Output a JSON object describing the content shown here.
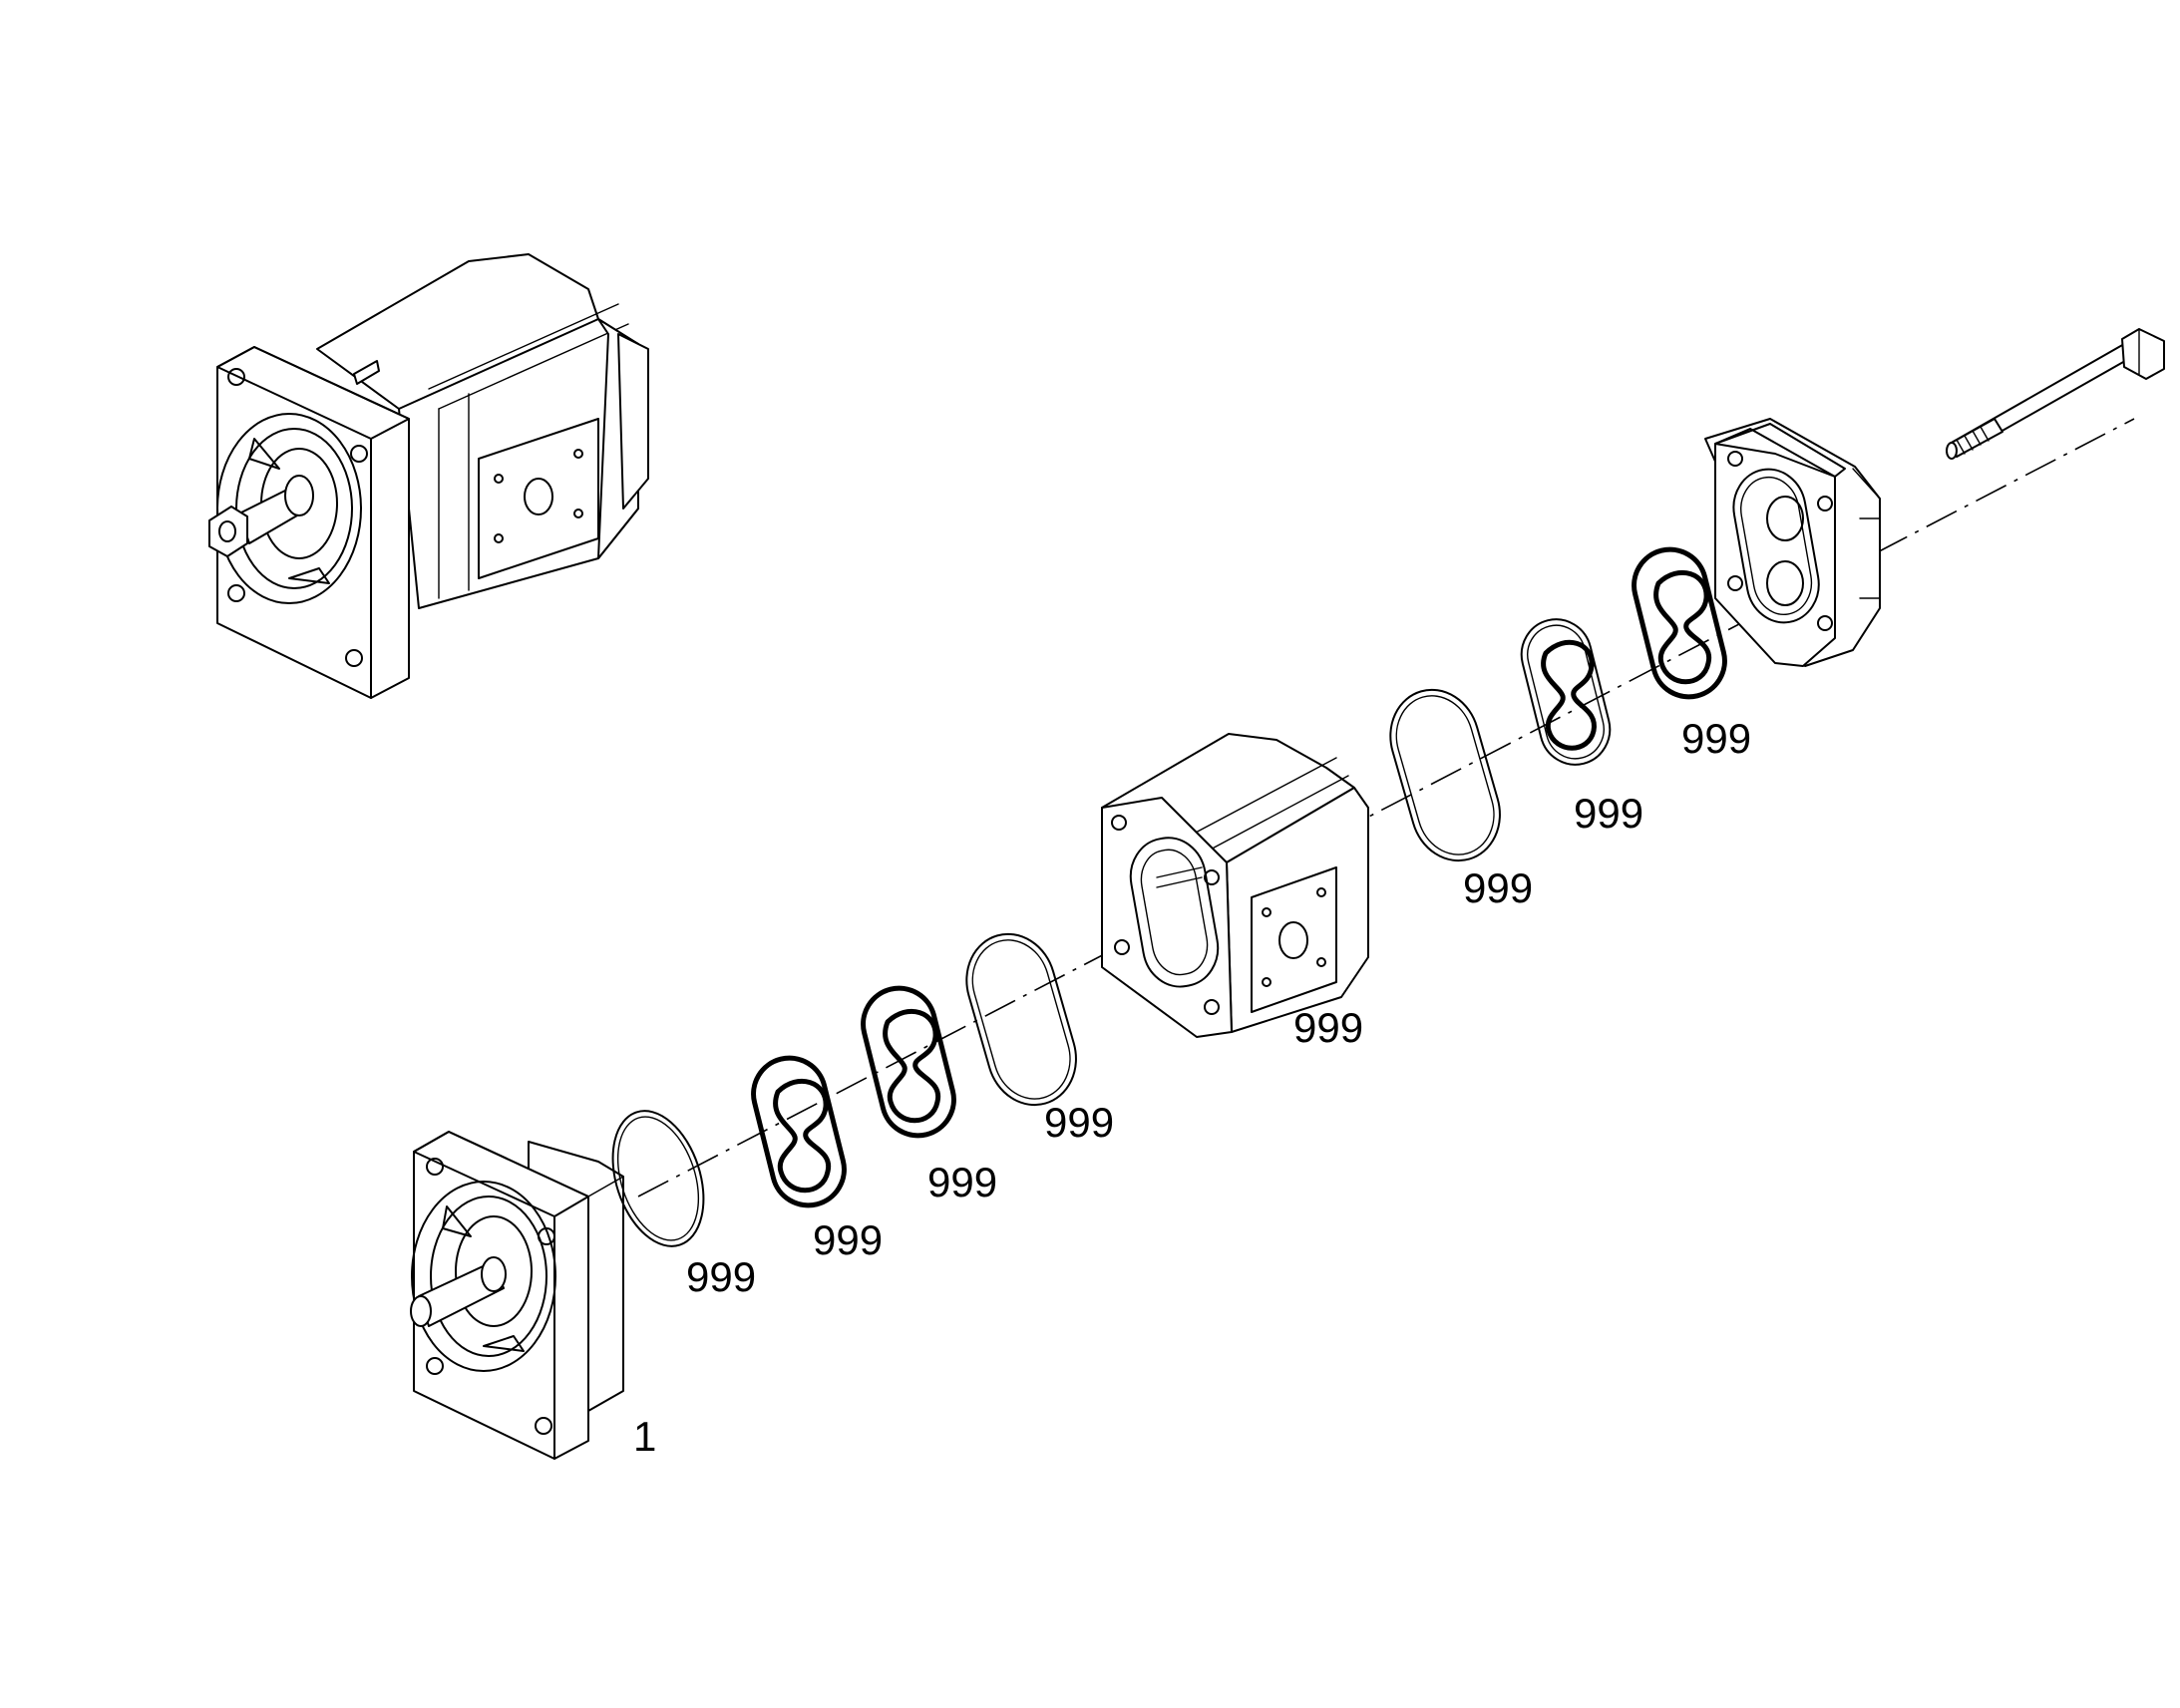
{
  "callouts": [
    {
      "id": "front-flange",
      "text": "1"
    },
    {
      "id": "o-ring-front",
      "text": "999"
    },
    {
      "id": "seal-1",
      "text": "999"
    },
    {
      "id": "seal-2",
      "text": "999"
    },
    {
      "id": "o-ring-body-front",
      "text": "999"
    },
    {
      "id": "pump-body",
      "text": "999"
    },
    {
      "id": "o-ring-body-rear",
      "text": "999"
    },
    {
      "id": "seal-3",
      "text": "999"
    },
    {
      "id": "seal-4",
      "text": "999"
    }
  ]
}
